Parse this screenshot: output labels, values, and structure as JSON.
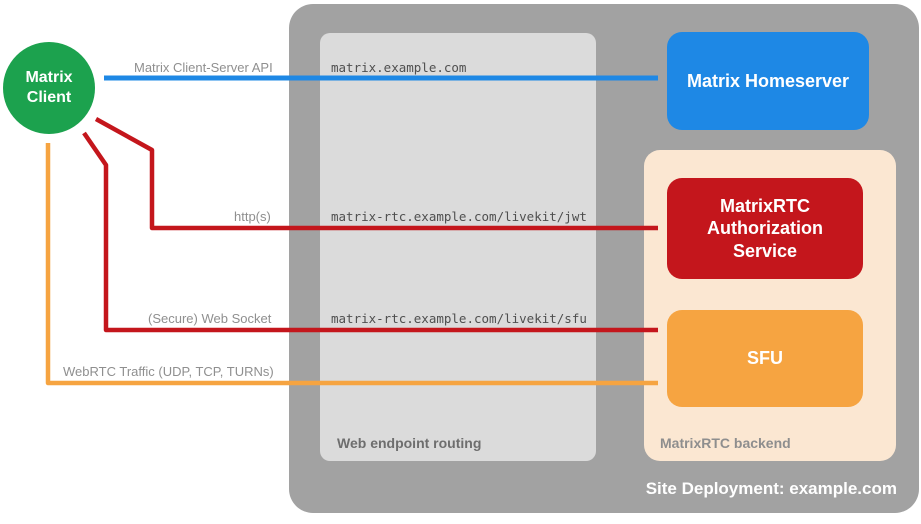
{
  "client": {
    "label": "Matrix\nClient"
  },
  "site": {
    "label": "Site Deployment: example.com"
  },
  "routing": {
    "label": "Web endpoint routing",
    "endpoints": [
      "matrix.example.com",
      "matrix-rtc.example.com/livekit/jwt",
      "matrix-rtc.example.com/livekit/sfu"
    ]
  },
  "backend": {
    "label": "MatrixRTC backend",
    "homeserver_label": "Matrix Homeserver",
    "auth_label": "MatrixRTC Authorization Service",
    "sfu_label": "SFU"
  },
  "arrows": [
    {
      "label": "Matrix Client-Server API",
      "color": "#1E88E5"
    },
    {
      "label": "http(s)",
      "color": "#C4161C"
    },
    {
      "label": "(Secure) Web Socket",
      "color": "#C4161C"
    },
    {
      "label": "WebRTC Traffic (UDP, TCP, TURNs)",
      "color": "#F6A441"
    }
  ],
  "colors": {
    "client_green": "#1CA24E",
    "homeserver_blue": "#1E88E5",
    "auth_red": "#C4161C",
    "sfu_orange": "#F6A441",
    "site_gray": "#A2A2A2",
    "routing_gray": "#DBDBDB",
    "backend_peach": "#FBE7D2"
  }
}
